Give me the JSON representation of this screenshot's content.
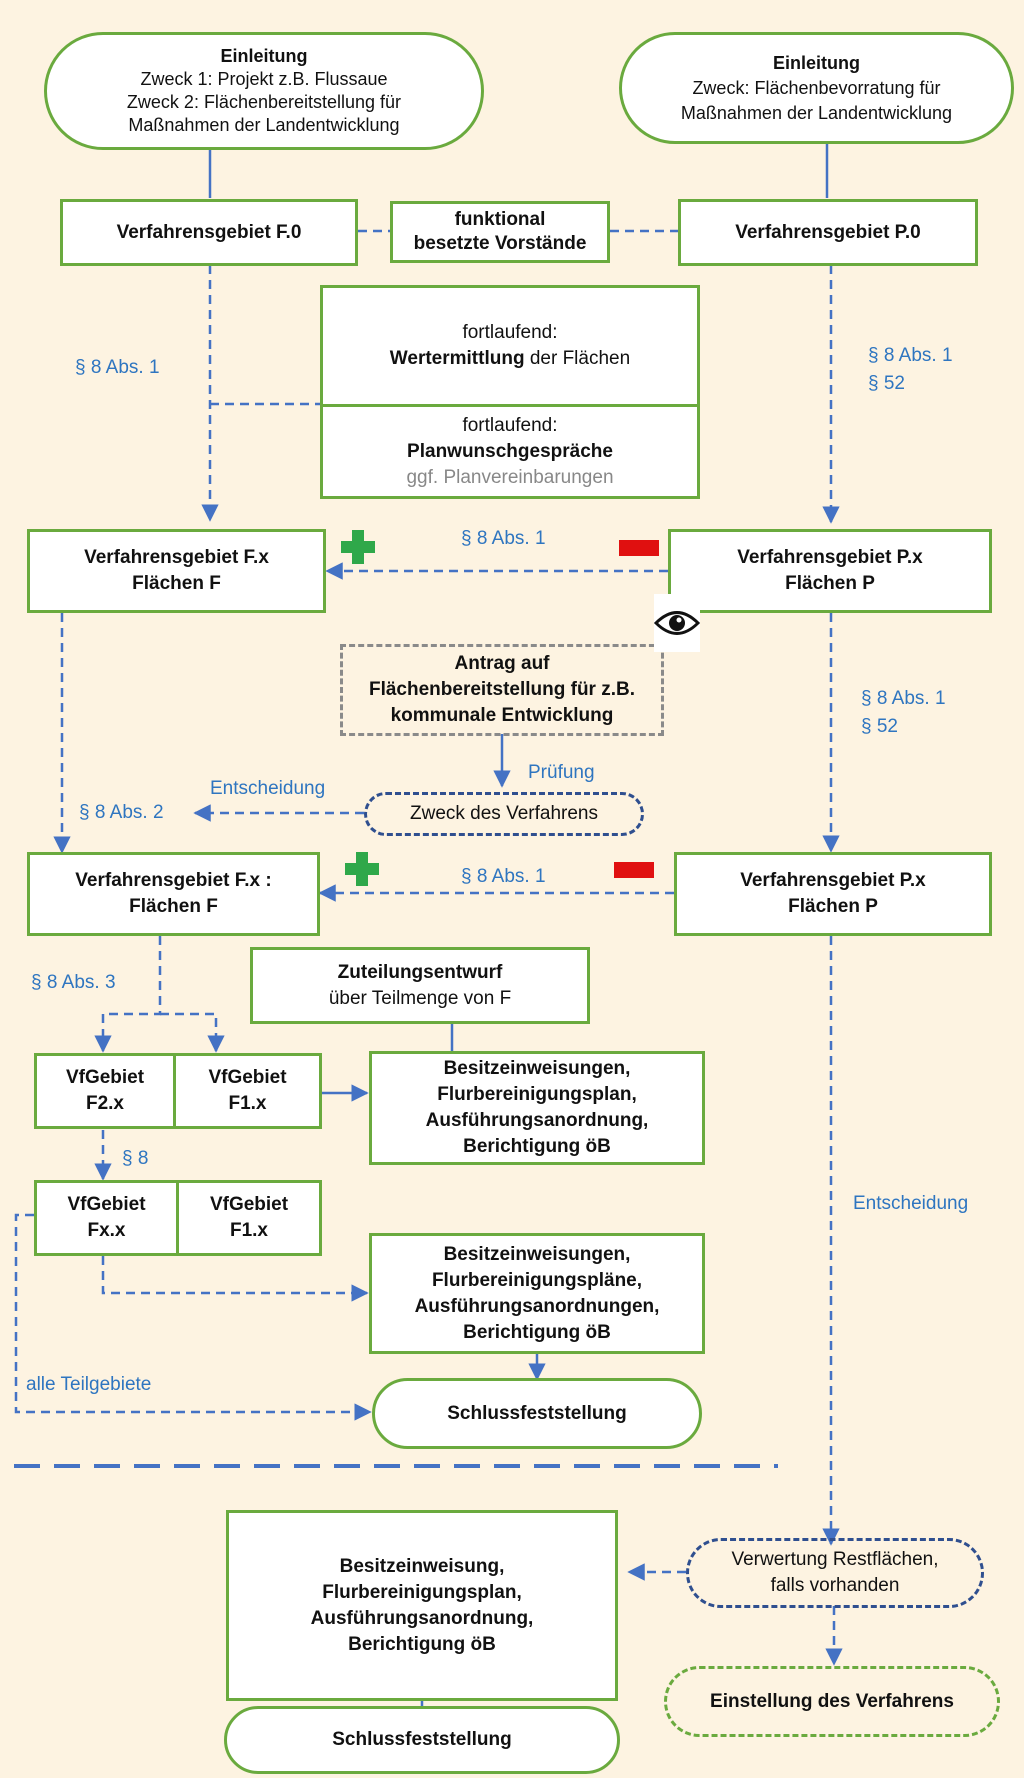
{
  "nodes": {
    "einleitung_f": {
      "title": "Einleitung",
      "l1": "Zweck 1: Projekt z.B. Flussaue",
      "l2": "Zweck 2: Flächenbereitstellung für",
      "l3": "Maßnahmen der Landentwicklung"
    },
    "einleitung_p": {
      "title": "Einleitung",
      "l1": "Zweck: Flächenbevorratung für",
      "l2": "Maßnahmen der Landentwicklung"
    },
    "gebiet_f0": "Verfahrensgebiet F.0",
    "vorstaende": {
      "l1": "funktional",
      "l2": "besetzte Vorstände"
    },
    "gebiet_p0": "Verfahrensgebiet P.0",
    "wertermittlung": {
      "l1": "fortlaufend:",
      "bold": "Wertermittlung",
      "rest": " der Flächen"
    },
    "planwunsch": {
      "l1": "fortlaufend:",
      "l2": "Planwunschgespräche",
      "l3": "ggf. Planvereinbarungen"
    },
    "gebiet_fx1": {
      "l1": "Verfahrensgebiet F.x",
      "l2": "Flächen F"
    },
    "gebiet_px1": {
      "l1": "Verfahrensgebiet P.x",
      "l2": "Flächen P"
    },
    "antrag": {
      "l1": "Antrag auf",
      "l2": "Flächenbereitstellung für z.B.",
      "l3": "kommunale Entwicklung"
    },
    "zweck": "Zweck des Verfahrens",
    "gebiet_fx2": {
      "l1": "Verfahrensgebiet F.x :",
      "l2": "Flächen F"
    },
    "gebiet_px2": {
      "l1": "Verfahrensgebiet P.x",
      "l2": "Flächen P"
    },
    "zuteilung": {
      "l1": "Zuteilungsentwurf",
      "l2": "über Teilmenge  von F"
    },
    "vf_f2x": {
      "l1": "VfGebiet",
      "l2": "F2.x"
    },
    "vf_f1x_a": {
      "l1": "VfGebiet",
      "l2": "F1.x"
    },
    "besitz1": {
      "l1": "Besitzeinweisungen,",
      "l2": "Flurbereinigungsplan,",
      "l3": "Ausführungsanordnung,",
      "l4": "Berichtigung öB"
    },
    "vf_fxx": {
      "l1": "VfGebiet",
      "l2": "Fx.x"
    },
    "vf_f1x_b": {
      "l1": "VfGebiet",
      "l2": "F1.x"
    },
    "besitz2": {
      "l1": "Besitzeinweisungen,",
      "l2": "Flurbereinigungspläne,",
      "l3": "Ausführungsanordnungen,",
      "l4": "Berichtigung öB"
    },
    "schluss1": "Schlussfeststellung",
    "besitz3": {
      "l1": "Besitzeinweisung,",
      "l2": "Flurbereinigungsplan,",
      "l3": "Ausführungsanordnung,",
      "l4": "Berichtigung öB"
    },
    "verwertung": {
      "l1": "Verwertung Restflächen,",
      "l2": "falls vorhanden"
    },
    "einstellung": "Einstellung des Verfahrens",
    "schluss2": "Schlussfeststellung"
  },
  "labels": {
    "s8abs1_left": "§ 8 Abs. 1",
    "s8abs1_s52_top_a": "§ 8 Abs. 1",
    "s8abs1_s52_top_b": "§ 52",
    "s8abs1_mid1": "§ 8 Abs. 1",
    "s8abs1_s52_mid_a": "§ 8 Abs. 1",
    "s8abs1_s52_mid_b": "§ 52",
    "pruefung": "Prüfung",
    "entscheidung_left": "Entscheidung",
    "s8abs2": "§ 8 Abs. 2",
    "s8abs1_mid2": "§ 8 Abs. 1",
    "s8abs3": "§ 8 Abs. 3",
    "s8": "§ 8",
    "entscheidung_right": "Entscheidung",
    "alle_teilgebiete": "alle Teilgebiete"
  },
  "icons": [
    "plus-icon",
    "minus-icon",
    "eye-icon"
  ],
  "colors": {
    "background": "#fdf3e1",
    "box_border": "#6aaa3e",
    "arrow": "#4472c4",
    "label": "#2e75c0",
    "plus": "#2fa84a",
    "minus": "#e01010"
  }
}
